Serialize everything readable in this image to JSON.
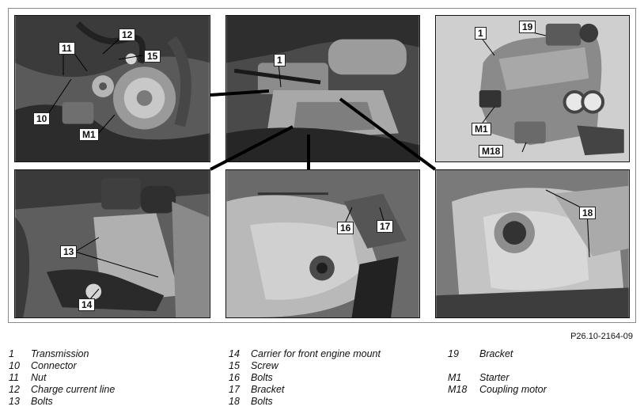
{
  "figure_ref": "P26.10-2164-09",
  "callouts": {
    "p1": [
      "11",
      "12",
      "15",
      "10",
      "M1"
    ],
    "p2": [
      "1"
    ],
    "p3": [
      "19",
      "1",
      "M1",
      "M18"
    ],
    "p4": [
      "13",
      "14"
    ],
    "p5": [
      "16",
      "17"
    ],
    "p6": [
      "18"
    ]
  },
  "legend": [
    {
      "num": "1",
      "text": "Transmission"
    },
    {
      "num": "10",
      "text": "Connector"
    },
    {
      "num": "11",
      "text": "Nut"
    },
    {
      "num": "12",
      "text": "Charge current line"
    },
    {
      "num": "13",
      "text": "Bolts"
    },
    {
      "num": "14",
      "text": "Carrier for front engine mount"
    },
    {
      "num": "15",
      "text": "Screw"
    },
    {
      "num": "16",
      "text": "Bolts"
    },
    {
      "num": "17",
      "text": "Bracket"
    },
    {
      "num": "18",
      "text": "Bolts"
    },
    {
      "num": "19",
      "text": "Bracket"
    },
    {
      "num": "M1",
      "text": "Starter"
    },
    {
      "num": "M18",
      "text": "Coupling motor"
    }
  ]
}
